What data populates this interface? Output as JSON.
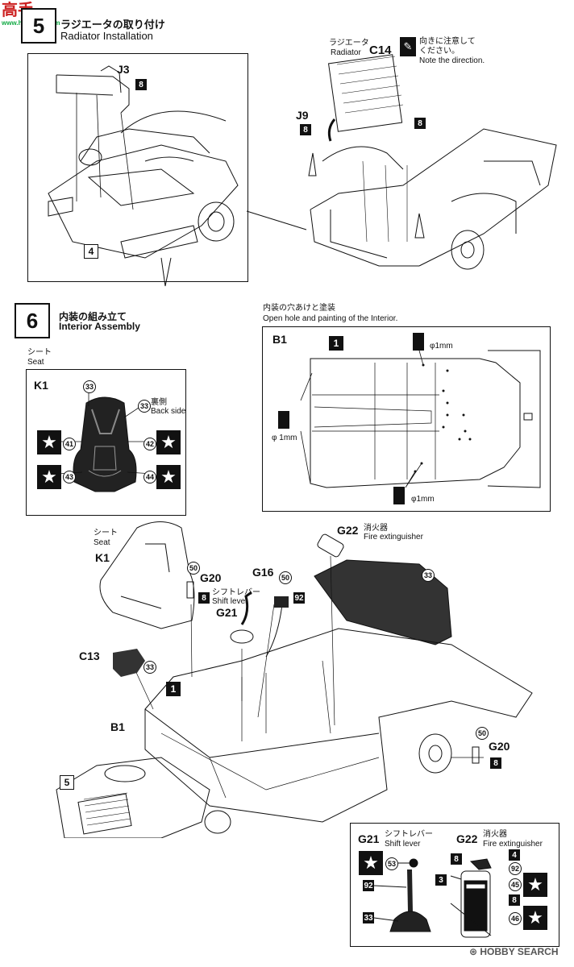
{
  "watermark_top": {
    "text": "高手",
    "sub": "www.hbhobby.com"
  },
  "step5": {
    "number": "5",
    "title_ja": "ラジエータの取り付け",
    "title_en": "Radiator Installation",
    "ref_box": "4",
    "part_j3": "J3",
    "part_j3_tag": "8",
    "radiator_ja": "ラジエータ",
    "radiator_en": "Radiator",
    "part_c14": "C14",
    "note_ja_1": "向きに注意して",
    "note_ja_2": "ください。",
    "note_en": "Note the direction.",
    "part_j9": "J9",
    "part_j9_tag": "8",
    "c14_tag": "8"
  },
  "step6": {
    "number": "6",
    "title_ja": "内装の組み立て",
    "title_en": "Interior Assembly",
    "seat_ja": "シート",
    "seat_en": "Seat",
    "part_k1": "K1",
    "seat_top_num": "33",
    "back_num": "33",
    "back_ja": "裏側",
    "back_en": "Back side",
    "decal_41": "41",
    "decal_42": "42",
    "decal_43": "43",
    "decal_44": "44",
    "hole_ja": "内装の穴あけと塗装",
    "hole_en": "Open hole and painting of the Interior.",
    "part_b1": "B1",
    "ref_1": "1",
    "phi1": "φ1mm",
    "phi2": "φ 1mm",
    "phi3": "φ1mm"
  },
  "assembly": {
    "seat_ja": "シート",
    "seat_en": "Seat",
    "part_k1": "K1",
    "part_g20": "G20",
    "g20_top": "50",
    "g20_tag": "8",
    "shift_ja": "シフトレバー",
    "shift_en": "Shift lever",
    "part_g21": "G21",
    "part_g16": "G16",
    "g16_num": "50",
    "g16_tag": "92",
    "part_g22": "G22",
    "ext_ja": "消火器",
    "ext_en": "Fire extinguisher",
    "cover_num": "33",
    "part_c13": "C13",
    "c13_num": "33",
    "ref_1": "1",
    "part_b1": "B1",
    "ref_5": "5",
    "g20b_num": "50",
    "part_g20b": "G20",
    "g20b_tag": "8"
  },
  "detail_box": {
    "g21_label": "G21",
    "g21_ja": "シフトレバー",
    "g21_en": "Shift lever",
    "g21_53": "53",
    "g21_92": "92",
    "g21_33": "33",
    "g22_label": "G22",
    "g22_ja": "消火器",
    "g22_en": "Fire extinguisher",
    "g22_tag_8a": "8",
    "g22_tag_4": "4",
    "g22_92": "92",
    "g22_tag_3": "3",
    "g22_45": "45",
    "g22_tag_8b": "8",
    "g22_46": "46"
  },
  "watermark_bottom": "HOBBY SEARCH"
}
